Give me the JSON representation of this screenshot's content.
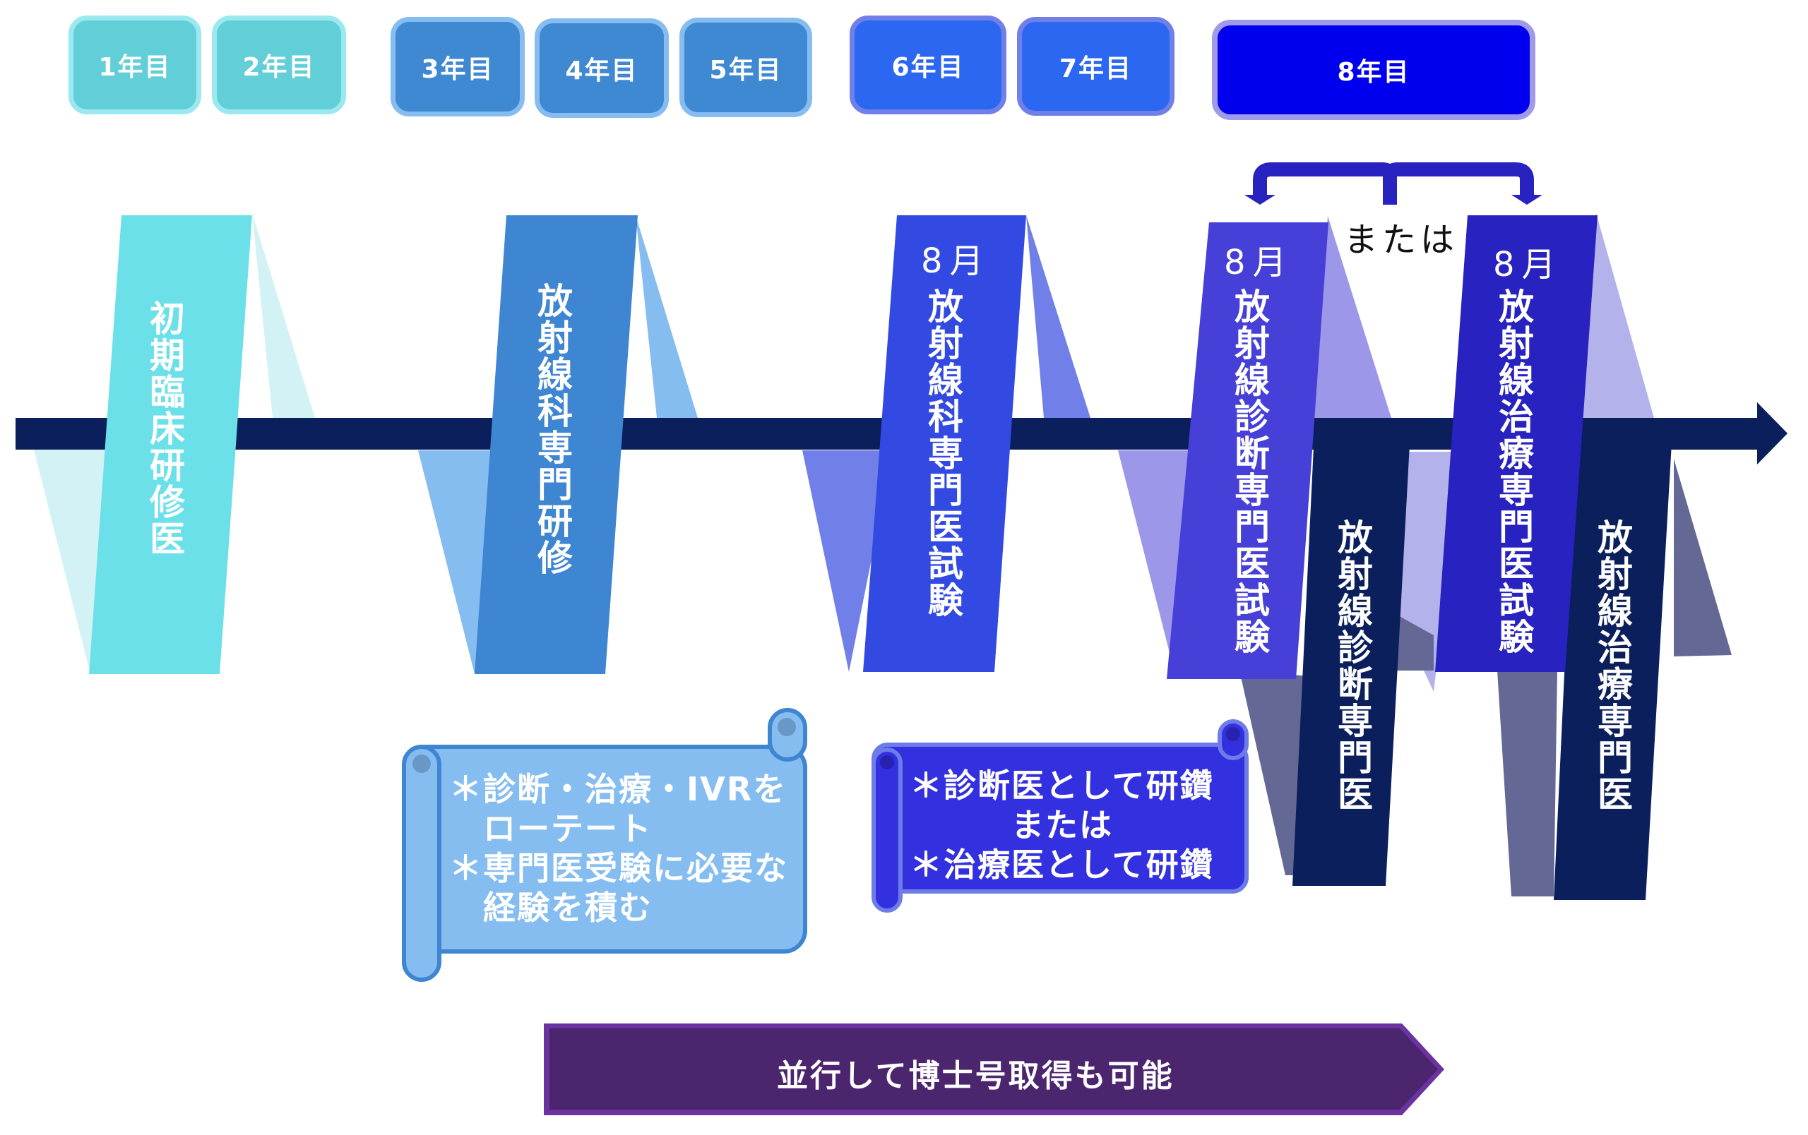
{
  "years": [
    {
      "label": "1年目",
      "group": "teal"
    },
    {
      "label": "2年目",
      "group": "teal"
    },
    {
      "label": "3年目",
      "group": "blue"
    },
    {
      "label": "4年目",
      "group": "blue"
    },
    {
      "label": "5年目",
      "group": "blue"
    },
    {
      "label": "6年目",
      "group": "royal"
    },
    {
      "label": "7年目",
      "group": "royal"
    },
    {
      "label": "8年目",
      "group": "navy"
    }
  ],
  "stages": [
    {
      "title": "初期臨床研修医",
      "month": ""
    },
    {
      "title": "放射線科専門研修",
      "month": ""
    },
    {
      "title": "放射線科専門医試験",
      "month": "8月"
    },
    {
      "title": "放射線診断専門医試験",
      "month": "8月"
    },
    {
      "title": "放射線治療専門医試験",
      "month": "8月"
    }
  ],
  "outcomes": [
    {
      "title": "放射線診断専門医"
    },
    {
      "title": "放射線治療専門医"
    }
  ],
  "branch": {
    "or_label": "または"
  },
  "notes": [
    {
      "lines": "＊診断・治療・IVRを\n　ローテート\n＊専門医受験に必要な\n　経験を積む"
    },
    {
      "lines": "＊診断医として研鑽\n　　　または\n＊治療医として研鑽"
    }
  ],
  "phd": {
    "label": "並行して博士号取得も可能"
  },
  "colors": {
    "timeline": "#0b1f5c",
    "teal": "#6ce0e9",
    "teal_fold": "#d2f2f5",
    "blue": "#3e85d2",
    "blue_fold": "#86bdf0",
    "royal": "#324ae2",
    "royal_fold": "#7080e8",
    "violet": "#4640d8",
    "violet_fold": "#9c97e8",
    "indigo": "#2722c0",
    "indigo_fold": "#b4b2ea",
    "navy_fold": "#646895",
    "phd": "#4b256d",
    "phd_border": "#6a33a0"
  }
}
